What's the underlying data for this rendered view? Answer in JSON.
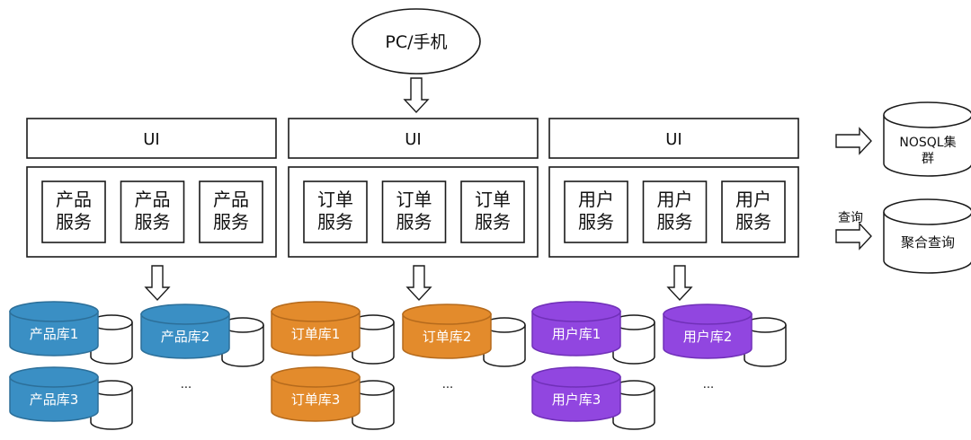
{
  "client": {
    "label": "PC/手机"
  },
  "columns": [
    {
      "ui_label": "UI",
      "services": [
        "产品\n服务",
        "产品\n服务",
        "产品\n服务"
      ],
      "databases": [
        "产品库1",
        "产品库2",
        "产品库3"
      ],
      "ellipsis": "...",
      "color": "#3a8fc4",
      "stroke": "#2c6f99"
    },
    {
      "ui_label": "UI",
      "services": [
        "订单\n服务",
        "订单\n服务",
        "订单\n服务"
      ],
      "databases": [
        "订单库1",
        "订单库2",
        "订单库3"
      ],
      "ellipsis": "...",
      "color": "#e38b2c",
      "stroke": "#b56a1c"
    },
    {
      "ui_label": "UI",
      "services": [
        "用户\n服务",
        "用户\n服务",
        "用户\n服务"
      ],
      "databases": [
        "用户库1",
        "用户库2",
        "用户库3"
      ],
      "ellipsis": "...",
      "color": "#9146e0",
      "stroke": "#7030b8"
    }
  ],
  "right": {
    "nosql_label_line1": "NOSQL集",
    "nosql_label_line2": "群",
    "query_arrow_label": "查询",
    "aggregate_label": "聚合查询"
  }
}
